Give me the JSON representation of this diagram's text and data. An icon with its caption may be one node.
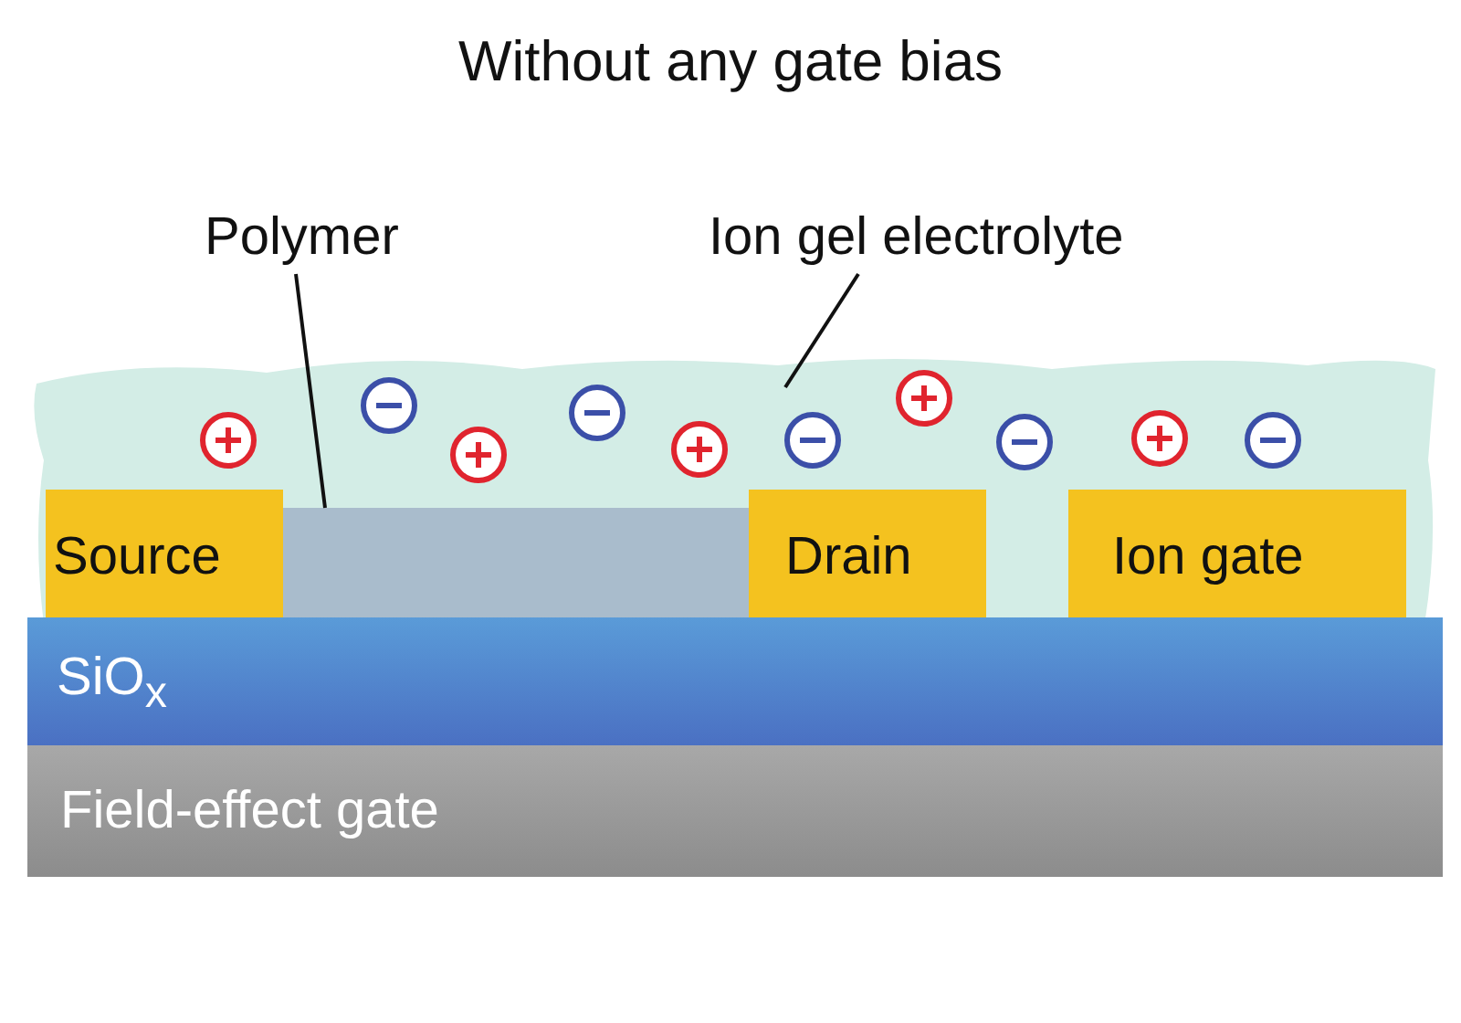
{
  "diagram": {
    "title": "Without any gate bias",
    "nodes": [
      {
        "text": [
          "Polymer"
        ]
      },
      {
        "text": [
          "Ion gel electrolyte"
        ]
      },
      {
        "text": [],
        "shape": "cloud"
      },
      {
        "text": [],
        "shape": "box",
        "in": 2
      },
      {
        "text": [
          "Source"
        ],
        "in": 2
      },
      {
        "text": [
          "Drain"
        ],
        "in": 2
      },
      {
        "text": [
          "Ion gate"
        ],
        "in": 2
      },
      {
        "text": [
          "SiO$_{x}$"
        ]
      },
      {
        "text": [
          "Field-effect gate"
        ]
      }
    ],
    "edges": [
      {
        "from": 0,
        "to": 3,
        "arrow": "none"
      },
      {
        "from": 1,
        "to": 2,
        "arrow": "none"
      }
    ]
  }
}
